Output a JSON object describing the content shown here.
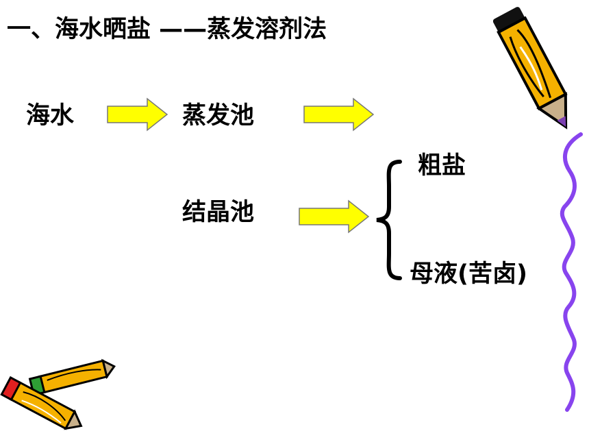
{
  "slide": {
    "title": "一、海水晒盐 ——蒸发溶剂法",
    "flow": {
      "seawater": "海水",
      "evaporation_pond": "蒸发池",
      "crystallization_pond": "结晶池"
    },
    "products": {
      "crude_salt": "粗盐",
      "mother_liquor": "母液(苦卤)"
    }
  },
  "colors": {
    "arrow_fill": "#ffff00",
    "squiggle": "#8844ee",
    "pencil_body": "#f5b100"
  },
  "icons": [
    "arrow-right-icon",
    "brace-icon",
    "pencil-icon",
    "squiggle-line-icon"
  ]
}
